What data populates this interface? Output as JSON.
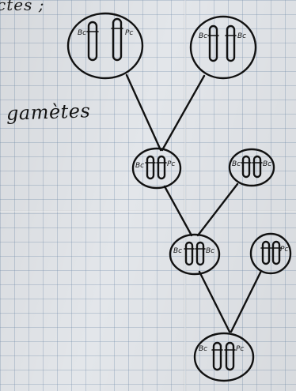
{
  "header": {
    "top_text": "ctes ;"
  },
  "labels": {
    "gametes": "gamètes"
  },
  "alleles": {
    "parent1_left": "Bc",
    "parent1_right": "Pc",
    "parent2_left": "Bc",
    "parent2_right": "Bc",
    "f1_left": "Bc",
    "f1_right": "Pc",
    "g2_left": "Bc",
    "g2_right": "Bc",
    "f2_left": "Bc",
    "f2_right": "Bc",
    "g3_right": "Pc",
    "f3_left": "Bc",
    "f3_right": "Pc"
  },
  "colors": {
    "ink": "#111111",
    "paper": "#e3e6ea",
    "grid": "#7891af"
  }
}
